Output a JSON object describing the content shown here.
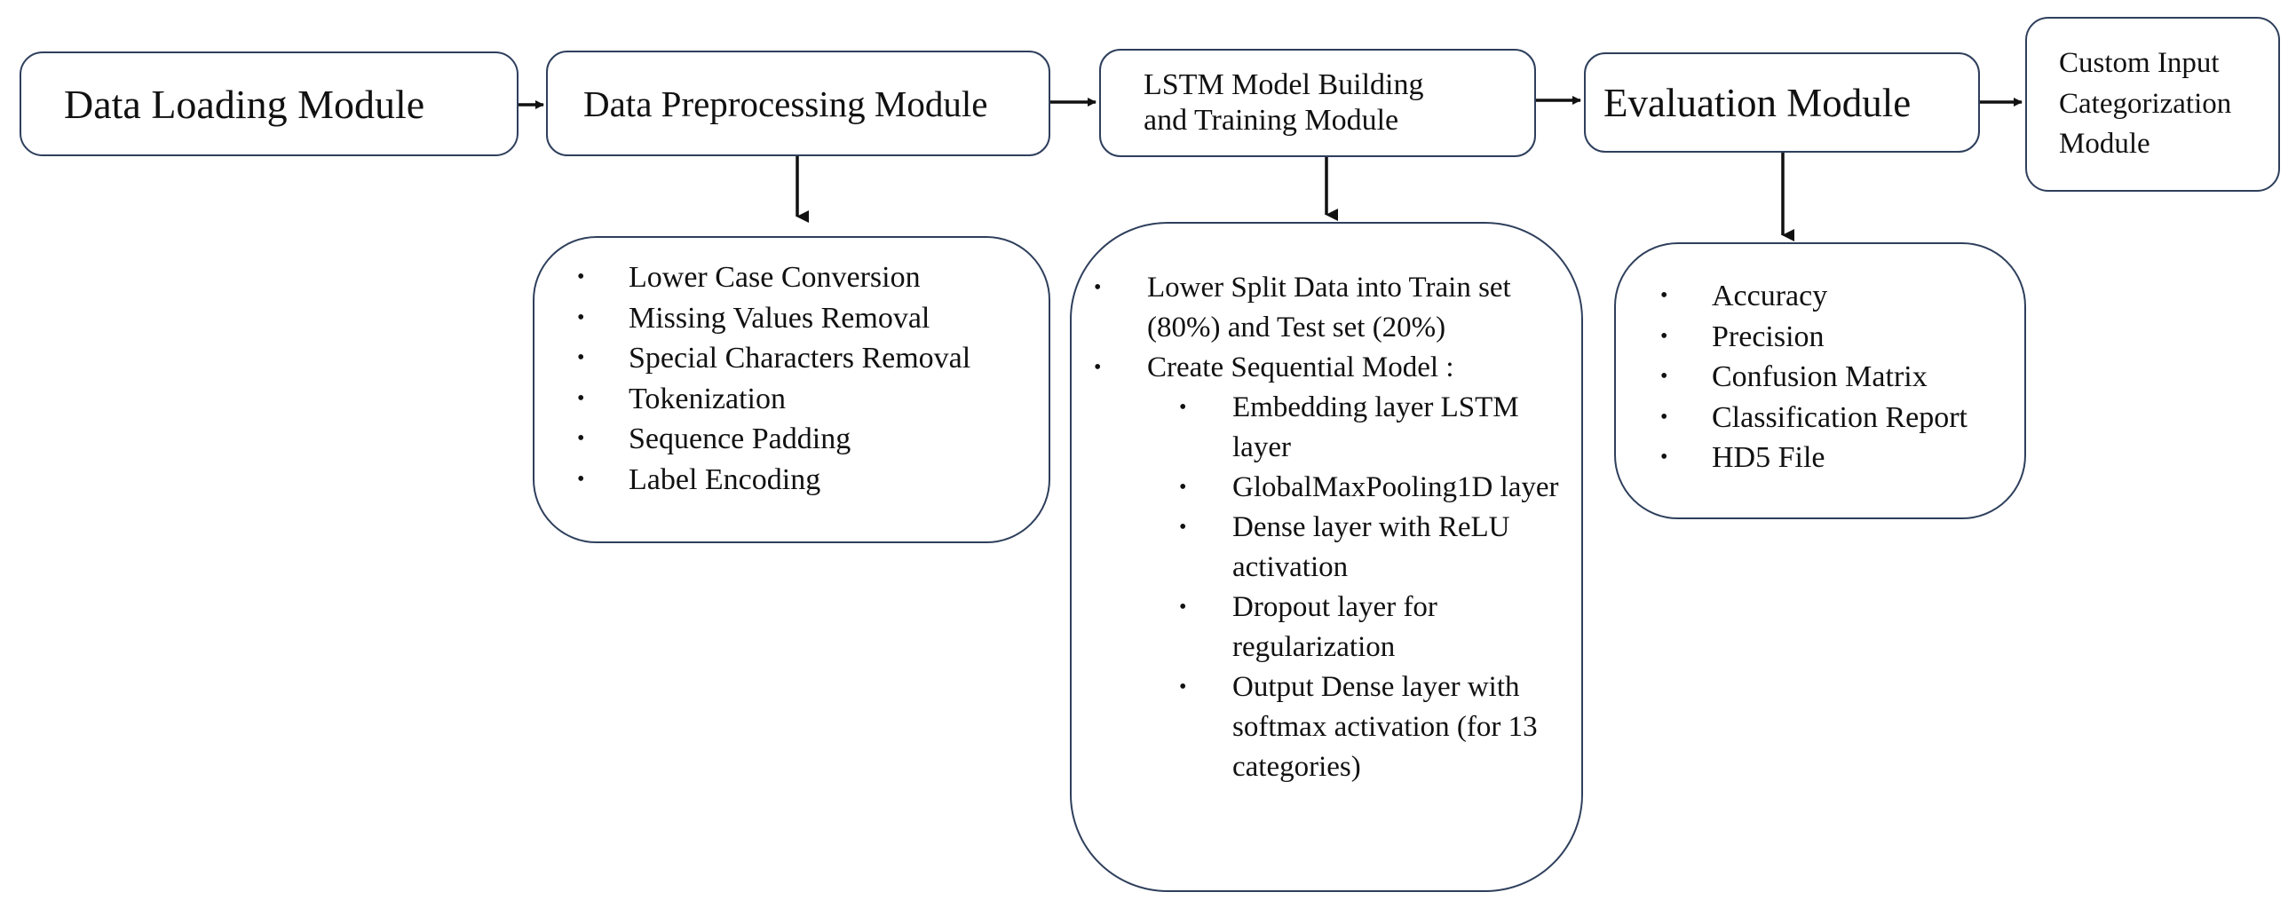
{
  "modules": {
    "loading": "Data Loading Module",
    "preprocessing": "Data Preprocessing Module",
    "lstm_line1": "LSTM Model Building",
    "lstm_line2": "and Training Module",
    "evaluation": "Evaluation Module",
    "custom_line1": "Custom Input",
    "custom_line2": "Categorization",
    "custom_line3": "Module"
  },
  "preprocessing_steps": [
    "Lower Case Conversion",
    "Missing Values Removal",
    "Special Characters Removal",
    "Tokenization",
    "Sequence Padding",
    "Label Encoding"
  ],
  "lstm_steps": {
    "split_line1": "Lower Split Data into Train set",
    "split_line2": "(80%) and Test set (20%)",
    "create_model": "Create Sequential Model :",
    "layers": [
      "Embedding layer LSTM layer",
      "GlobalMaxPooling1D layer",
      "Dense layer with ReLU activation",
      "Dropout layer for regularization",
      "Output Dense layer with softmax activation (for 13 categories)"
    ]
  },
  "evaluation_outputs": [
    "Accuracy",
    "Precision",
    "Confusion Matrix",
    "Classification Report",
    "HD5 File"
  ],
  "colors": {
    "border": "#2e3f5c",
    "arrow": "#111111",
    "text": "#111111"
  }
}
